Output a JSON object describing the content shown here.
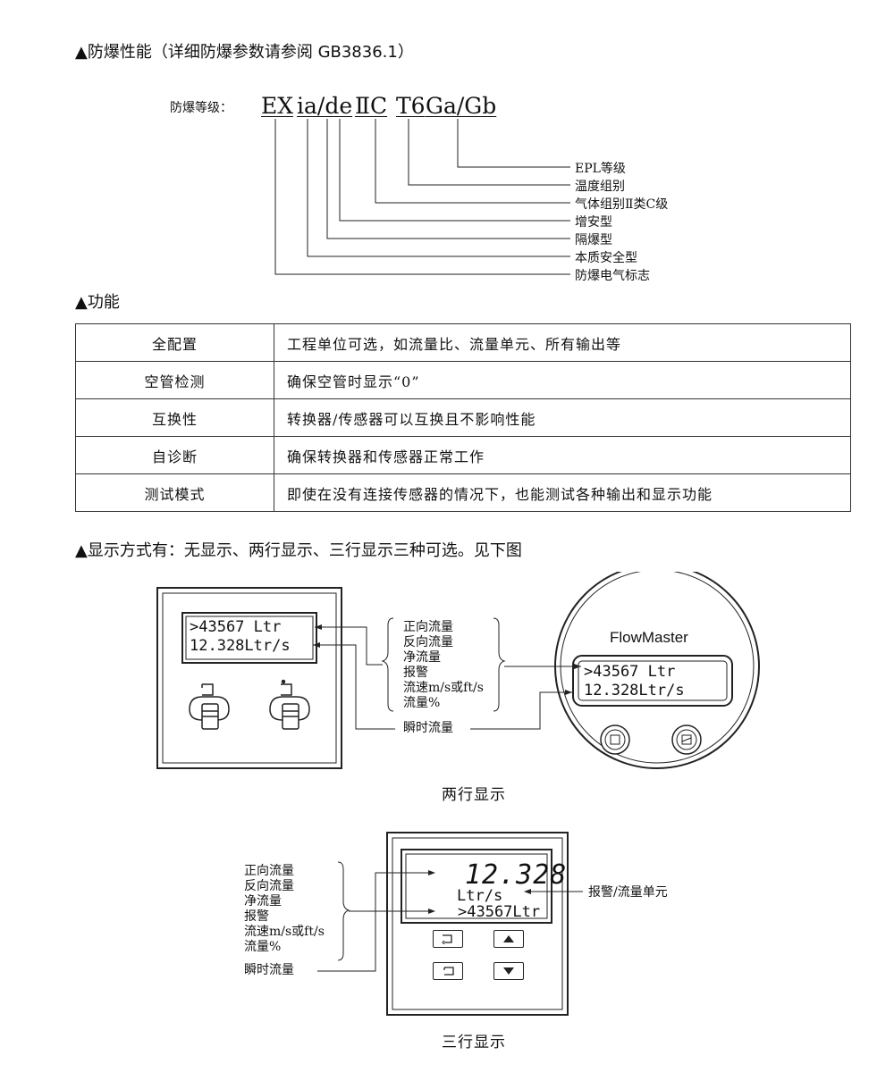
{
  "sections": {
    "explosion": "▲防爆性能（详细防爆参数请参阅 GB3836.1）",
    "functions": "▲功能",
    "display": "▲显示方式有：无显示、两行显示、三行显示三种可选。见下图"
  },
  "ex_code": {
    "label": "防爆等级：",
    "parts": [
      "EX",
      "ia/de",
      "ⅡC",
      "T6",
      "Ga/Gb"
    ],
    "legend": [
      "EPL等级",
      "温度组别",
      "气体组别Ⅱ类C级",
      "增安型",
      "隔爆型",
      "本质安全型",
      "防爆电气标志"
    ]
  },
  "functions_table": [
    {
      "name": "全配置",
      "desc": "工程单位可选，如流量比、流量单元、所有输出等"
    },
    {
      "name": "空管检测",
      "desc": "确保空管时显示“0”"
    },
    {
      "name": "互换性",
      "desc": "转换器/传感器可以互换且不影响性能"
    },
    {
      "name": "自诊断",
      "desc": "确保转换器和传感器正常工作"
    },
    {
      "name": "测试模式",
      "desc": "即使在没有连接传感器的情况下，也能测试各种输出和显示功能"
    }
  ],
  "two_line": {
    "line1": ">43567 Ltr",
    "line2": "12.328Ltr/s",
    "options": [
      "正向流量",
      "反向流量",
      "净流量",
      "报警",
      "流速m/s或ft/s",
      "流量%"
    ],
    "instant_label": "瞬时流量",
    "brand": "FlowMaster",
    "caption": "两行显示"
  },
  "three_line": {
    "big_value": "12.328",
    "unit": "Ltr/s",
    "total": ">43567Ltr",
    "options": [
      "正向流量",
      "反向流量",
      "净流量",
      "报警",
      "流速m/s或ft/s",
      "流量%"
    ],
    "instant_label": "瞬时流量",
    "alarm_label": "报警/流量单元",
    "caption": "三行显示"
  }
}
